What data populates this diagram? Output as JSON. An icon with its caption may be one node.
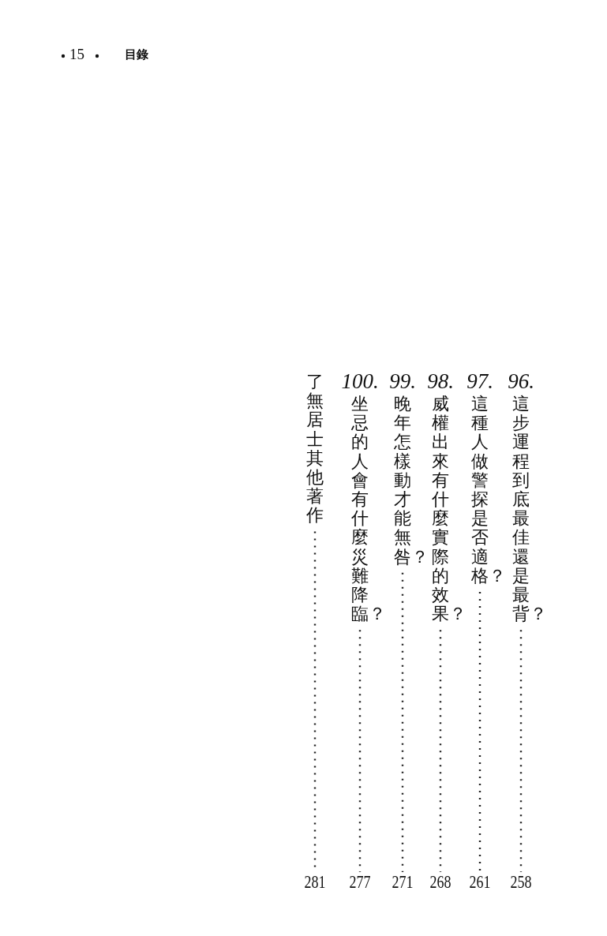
{
  "diagram": {
    "nodes": [
      {
        "text": [
          "這步運程到底最佳還是最背？"
        ]
      },
      {
        "text": [
          "258"
        ]
      },
      {
        "text": [
          "這種人做警探是否適格？"
        ]
      },
      {
        "text": [
          "261"
        ]
      },
      {
        "text": [
          "威權出來有什麼實際的效果？"
        ]
      },
      {
        "text": [
          "268"
        ]
      },
      {
        "text": [
          "晚年怎樣動才能無咎？"
        ]
      },
      {
        "text": [
          "271"
        ]
      },
      {
        "text": [
          "坐忌的人會有什麼災難降臨？"
        ]
      },
      {
        "text": [
          "277"
        ]
      },
      {
        "text": [
          "了無居士其他著作"
        ]
      },
      {
        "text": [
          "281"
        ]
      }
    ],
    "edges": [
      {
        "from": 0,
        "to": 1,
        "arrow": "none"
      },
      {
        "from": 2,
        "to": 3,
        "arrow": "none"
      },
      {
        "from": 4,
        "to": 5,
        "arrow": "none"
      },
      {
        "from": 6,
        "to": 7,
        "arrow": "none"
      },
      {
        "from": 8,
        "to": 9,
        "arrow": "none"
      },
      {
        "from": 10,
        "to": 11,
        "arrow": "none"
      }
    ],
    "labels": [
      "15",
      "目錄",
      "96.",
      "97.",
      "98.",
      "99.",
      "100."
    ]
  }
}
